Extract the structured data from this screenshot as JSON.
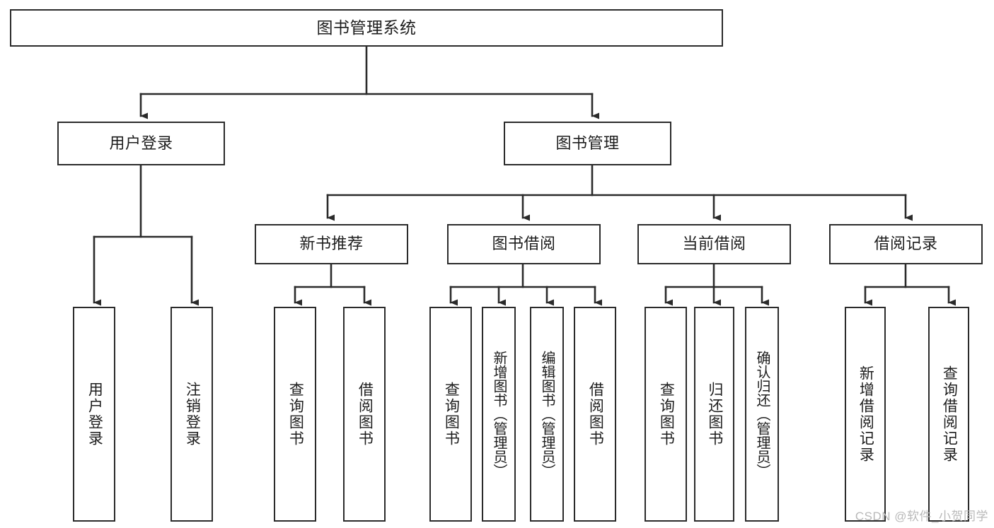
{
  "diagram": {
    "type": "tree-hierarchy",
    "title": "图书管理系统",
    "watermark": "CSDN @软件_小贺同学",
    "colors": {
      "background": "#ffffff",
      "stroke": "#2b2b2b",
      "text": "#1d1d1d",
      "watermark": "#b9b9b9"
    },
    "nodes": {
      "root": {
        "label": "图书管理系统"
      },
      "level2": [
        {
          "id": "user-login",
          "label": "用户登录"
        },
        {
          "id": "book-manage",
          "label": "图书管理"
        }
      ],
      "level3": [
        {
          "id": "new-book-recommend",
          "label": "新书推荐"
        },
        {
          "id": "book-borrow",
          "label": "图书借阅"
        },
        {
          "id": "current-borrow",
          "label": "当前借阅"
        },
        {
          "id": "borrow-record",
          "label": "借阅记录"
        }
      ],
      "leaves": [
        {
          "id": "leaf-user-login",
          "label": "用户登录",
          "parent": "user-login"
        },
        {
          "id": "leaf-logout",
          "label": "注销登录",
          "parent": "user-login"
        },
        {
          "id": "leaf-query-book-1",
          "label": "查询图书",
          "parent": "new-book-recommend"
        },
        {
          "id": "leaf-borrow-book-1",
          "label": "借阅图书",
          "parent": "new-book-recommend"
        },
        {
          "id": "leaf-query-book-2",
          "label": "查询图书",
          "parent": "book-borrow"
        },
        {
          "id": "leaf-add-book",
          "label": "新增图书（管理员）",
          "parent": "book-borrow"
        },
        {
          "id": "leaf-edit-book",
          "label": "编辑图书（管理员）",
          "parent": "book-borrow"
        },
        {
          "id": "leaf-borrow-book-2",
          "label": "借阅图书",
          "parent": "book-borrow"
        },
        {
          "id": "leaf-query-book-3",
          "label": "查询图书",
          "parent": "current-borrow"
        },
        {
          "id": "leaf-return-book",
          "label": "归还图书",
          "parent": "current-borrow"
        },
        {
          "id": "leaf-confirm-return",
          "label": "确认归还（管理员）",
          "parent": "current-borrow"
        },
        {
          "id": "leaf-add-record",
          "label": "新增借阅记录",
          "parent": "borrow-record"
        },
        {
          "id": "leaf-query-record",
          "label": "查询借阅记录",
          "parent": "borrow-record"
        }
      ]
    }
  }
}
